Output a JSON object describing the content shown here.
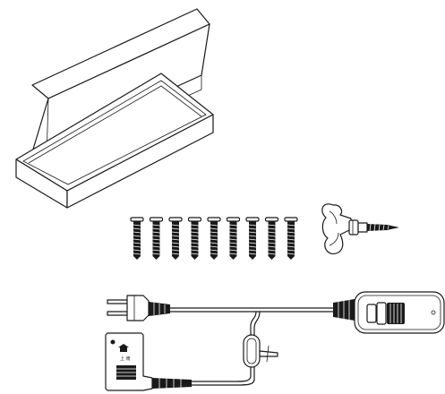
{
  "figure": {
    "components": [
      {
        "name": "packaging-box",
        "icon": "box-icon"
      },
      {
        "name": "mounting-screws",
        "icon": "screw-icon",
        "count": 9
      },
      {
        "name": "thumb-screw",
        "icon": "thumb-screw-icon"
      },
      {
        "name": "power-cable-with-controller",
        "icon": "power-cable-icon"
      }
    ],
    "adapter_label": "上 南"
  },
  "colors": {
    "line": "#1a1a1a",
    "background": "#ffffff"
  }
}
